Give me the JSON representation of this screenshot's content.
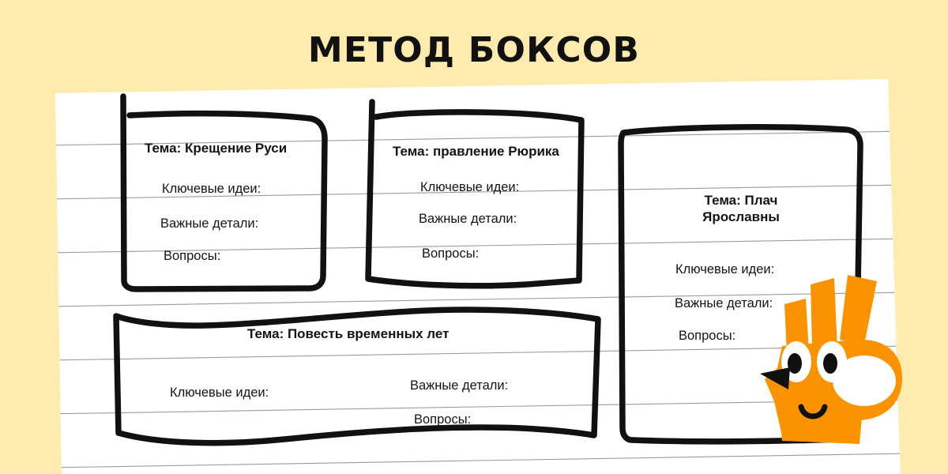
{
  "page": {
    "title": "МЕТОД БОКСОВ",
    "background_color": "#FFEBAD",
    "paper_color": "#FFFFFF",
    "ink_color": "#111111",
    "rule_line_color": "#9A9A9A",
    "accent_color": "#FB9300"
  },
  "labels": {
    "topic_prefix": "Тема:",
    "key_ideas": "Ключевые идеи:",
    "important_details": "Важные детали:",
    "questions": "Вопросы:"
  },
  "boxes": [
    {
      "id": "box-krechenie-rusi",
      "topic": "Тема: Крещение Руси",
      "topic_line_1": "Тема: Крещение Руси",
      "topic_line_2": "",
      "key_ideas": "Ключевые идеи:",
      "important_details": "Важные детали:",
      "questions": "Вопросы:"
    },
    {
      "id": "box-pravlenie-ryurika",
      "topic": "Тема: правление Рюрика",
      "topic_line_1": "Тема: правление Рюрика",
      "topic_line_2": "",
      "key_ideas": "Ключевые идеи:",
      "important_details": "Важные детали:",
      "questions": "Вопросы:"
    },
    {
      "id": "box-plach-yaroslavny",
      "topic": "Тема: Плач Ярославны",
      "topic_line_1": "Тема: Плач",
      "topic_line_2": "Ярославны",
      "key_ideas": "Ключевые идеи:",
      "important_details": "Важные детали:",
      "questions": "Вопросы:"
    },
    {
      "id": "box-povest-vremennyh-let",
      "topic": "Тема: Повесть временных лет",
      "topic_line_1": "Тема: Повесть временных лет",
      "topic_line_2": "",
      "key_ideas": "Ключевые идеи:",
      "important_details": "Важные детали:",
      "questions": "Вопросы:"
    }
  ],
  "mascot": {
    "name": "fox-mascot",
    "body_color": "#FB9300",
    "eye_white_color": "#FFFFFF",
    "pupil_color": "#111111",
    "nose_color": "#111111"
  }
}
